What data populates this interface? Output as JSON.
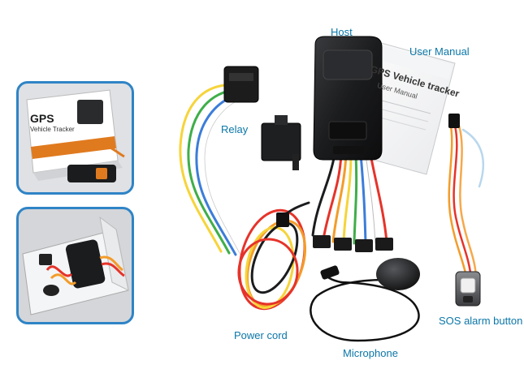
{
  "labels": {
    "host": "Host",
    "user_manual": "User Manual",
    "relay": "Relay",
    "power_cord": "Power cord",
    "microphone": "Microphone",
    "sos_alarm_button": "SOS alarm button"
  },
  "product_box": {
    "logo_text": "GPS",
    "subtitle": "Vehicle Tracker"
  },
  "manual_cover": {
    "title": "GPS Vehicle tracker",
    "subtitle": "User Manual"
  },
  "colors": {
    "label_text": "#0b77a8",
    "inset_border": "#2f84c6",
    "inset_background": "#d7d9dc",
    "device_body": "#1b1c1e",
    "box_orange": "#e07a1e"
  }
}
